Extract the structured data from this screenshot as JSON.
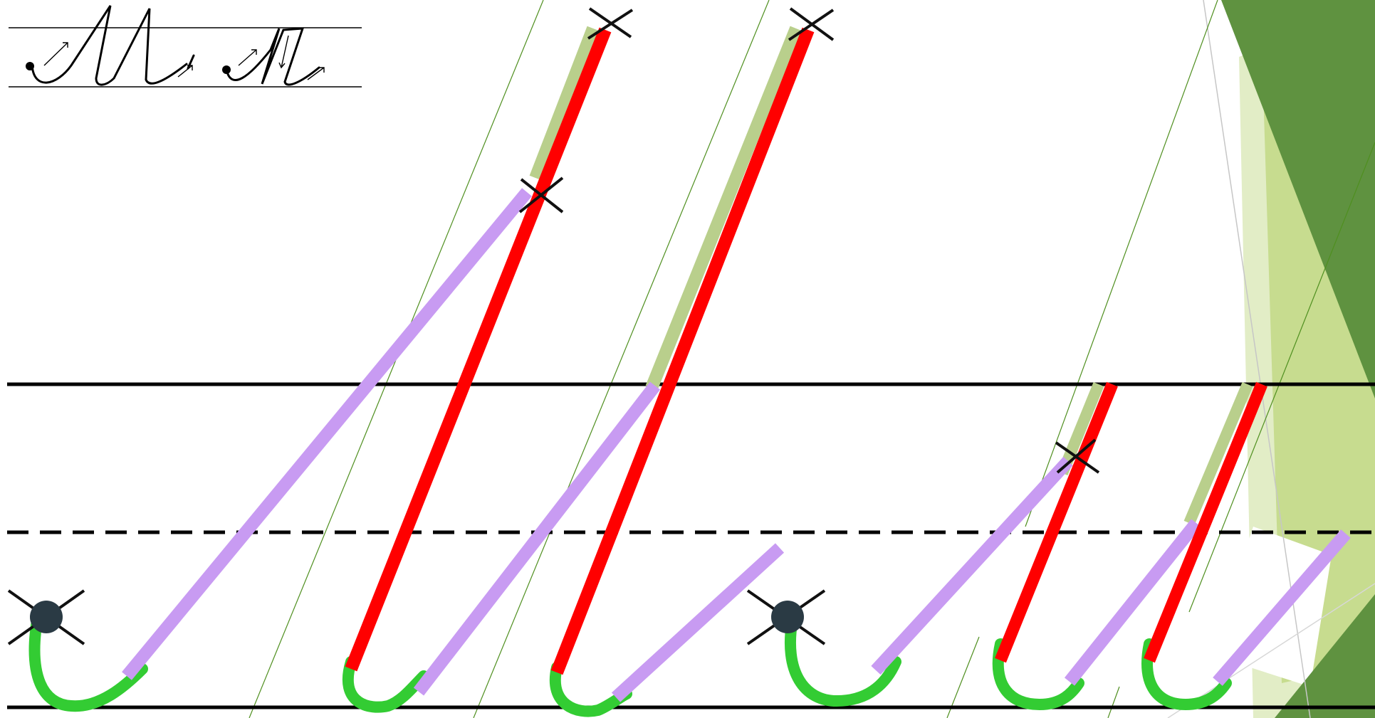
{
  "slide": {
    "letters": [
      "М",
      "м"
    ],
    "colors": {
      "background": "#ffffff",
      "ruling": "#000000",
      "slant_guides": "#4f8f1f",
      "stroke_red": "#ff0000",
      "stroke_violet": "#c89bf2",
      "stroke_green_hook": "#33cc33",
      "stroke_shadow": "#b9cf8c",
      "start_dot": "#2a3a44",
      "cross_mark": "#111111",
      "deco_dark_green": "#5f9240",
      "deco_light_green": "#c7dc8f",
      "deco_pale_green": "#e2edc6"
    },
    "icons": {
      "start_point": "filled-dot-with-cross",
      "turn_point": "cross-mark",
      "direction": "small-arrow"
    }
  }
}
